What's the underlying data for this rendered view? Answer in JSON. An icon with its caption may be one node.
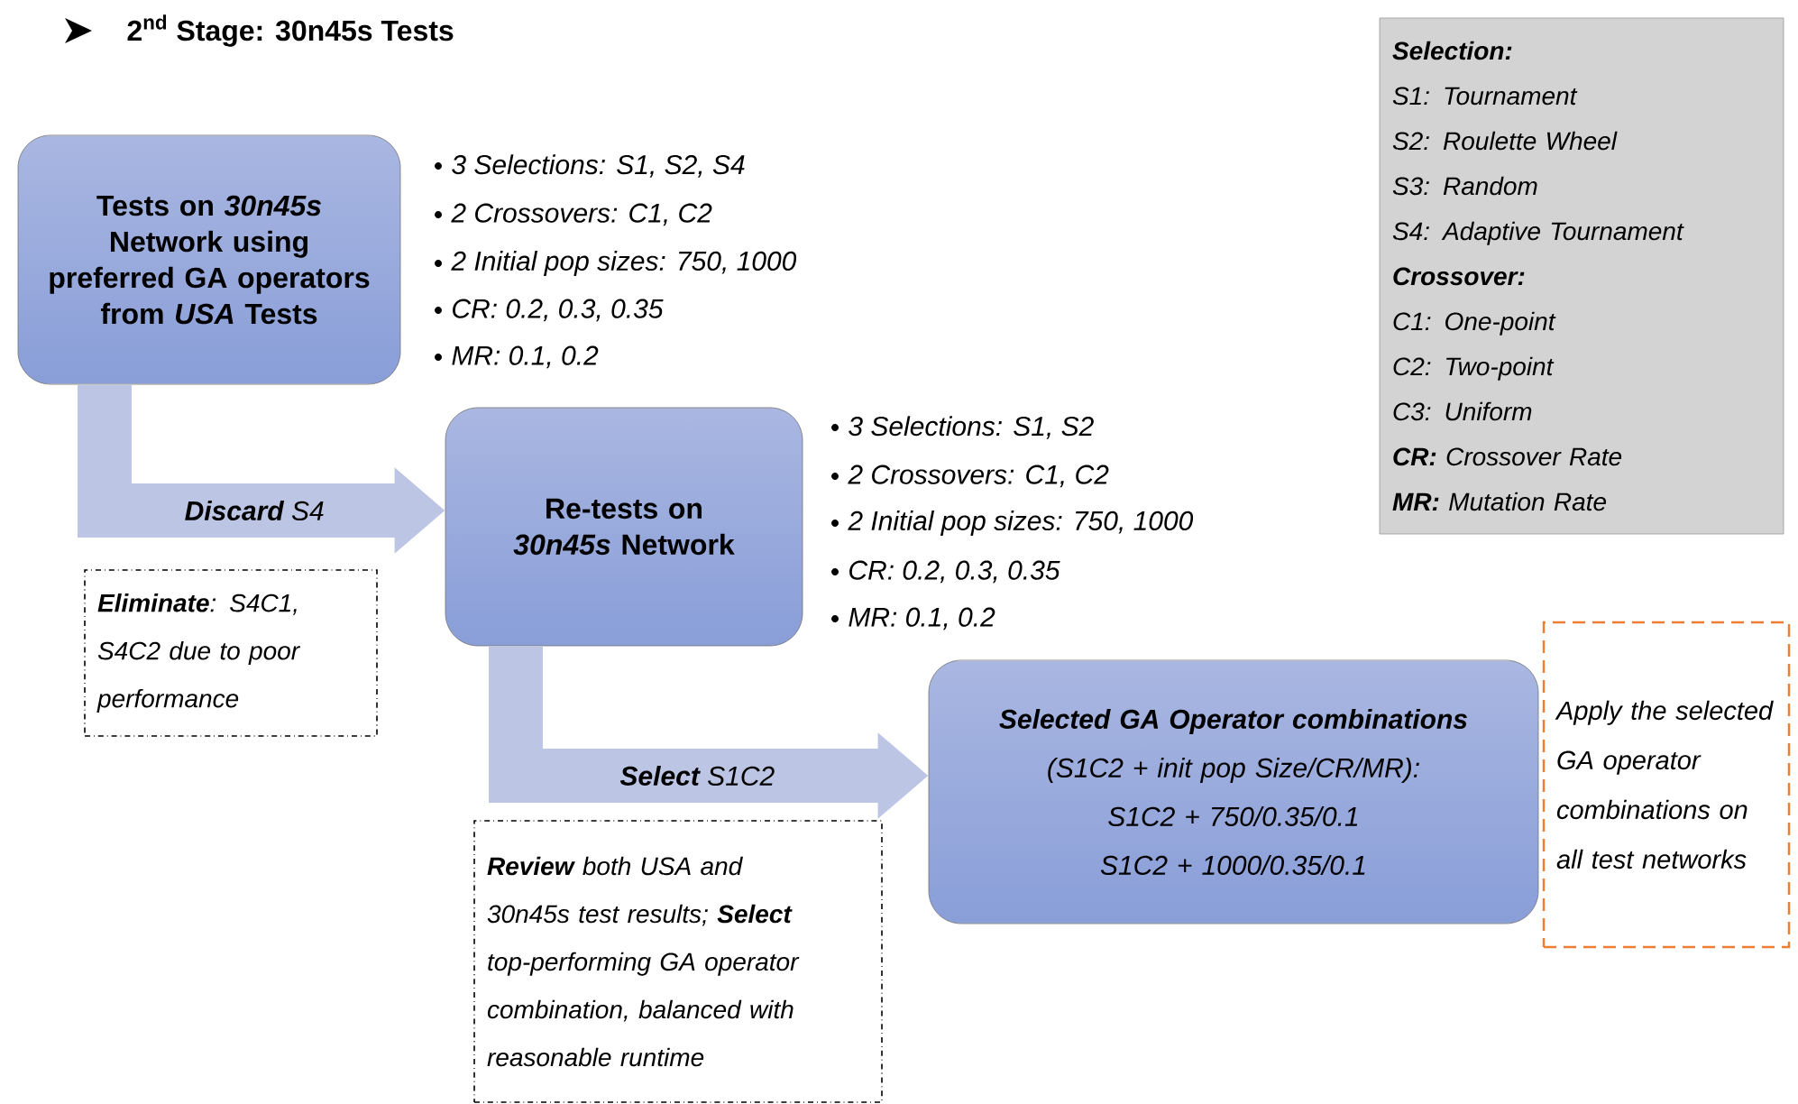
{
  "diagram": {
    "title": "2$^{nd}$ Stage: 30n45s Tests",
    "nodes": [
      {
        "text": [
          "Tests on *30n45s* Network using preferred GA operators from *USA* Tests"
        ]
      },
      {
        "text": [
          "Re-tests on *30n45s* Network"
        ]
      },
      {
        "text": [
          "Selected GA Operator combinations",
          "(S1C2 + init pop Size/CR/MR):",
          "S1C2 + 750/0.35/0.1",
          "S1C2 + 1000/0.35/0.1"
        ]
      },
      {
        "text": [
          "**Eliminate**: S4C1, S4C2 due to poor performance"
        ]
      },
      {
        "text": [
          "**Review** both USA and 30n45s test results; **Select** top-performing GA operator combination, balanced with reasonable runtime"
        ]
      },
      {
        "text": [
          "Apply the selected GA operator combinations on all test networks"
        ]
      },
      {
        "text": [
          "Selection:",
          "S1: Tournament",
          "S2: Roulette Wheel",
          "S3: Random",
          "S4: Adaptive Tournament",
          "Crossover:",
          "C1: One-point",
          "C2: Two-point",
          "C3: Uniform",
          "**CR:** Crossover Rate",
          "**MR:** Mutation Rate"
        ]
      }
    ],
    "edges": [
      {
        "from": 0,
        "to": 1,
        "arrow": "to",
        "label": "**Discard** S4"
      },
      {
        "from": 1,
        "to": 2,
        "arrow": "to",
        "label": "**Select** S1C2"
      }
    ],
    "labels": [
      "3 Selections: S1, S2, S4",
      "2 Crossovers: C1, C2",
      "2 Initial pop sizes: 750, 1000",
      "CR: 0.2, 0.3, 0.35",
      "MR: 0.1, 0.2",
      "3 Selections: S1, S2",
      "2 Crossovers: C1, C2",
      "2 Initial pop sizes: 750, 1000",
      "CR: 0.2, 0.3, 0.35",
      "MR: 0.1, 0.2"
    ]
  }
}
